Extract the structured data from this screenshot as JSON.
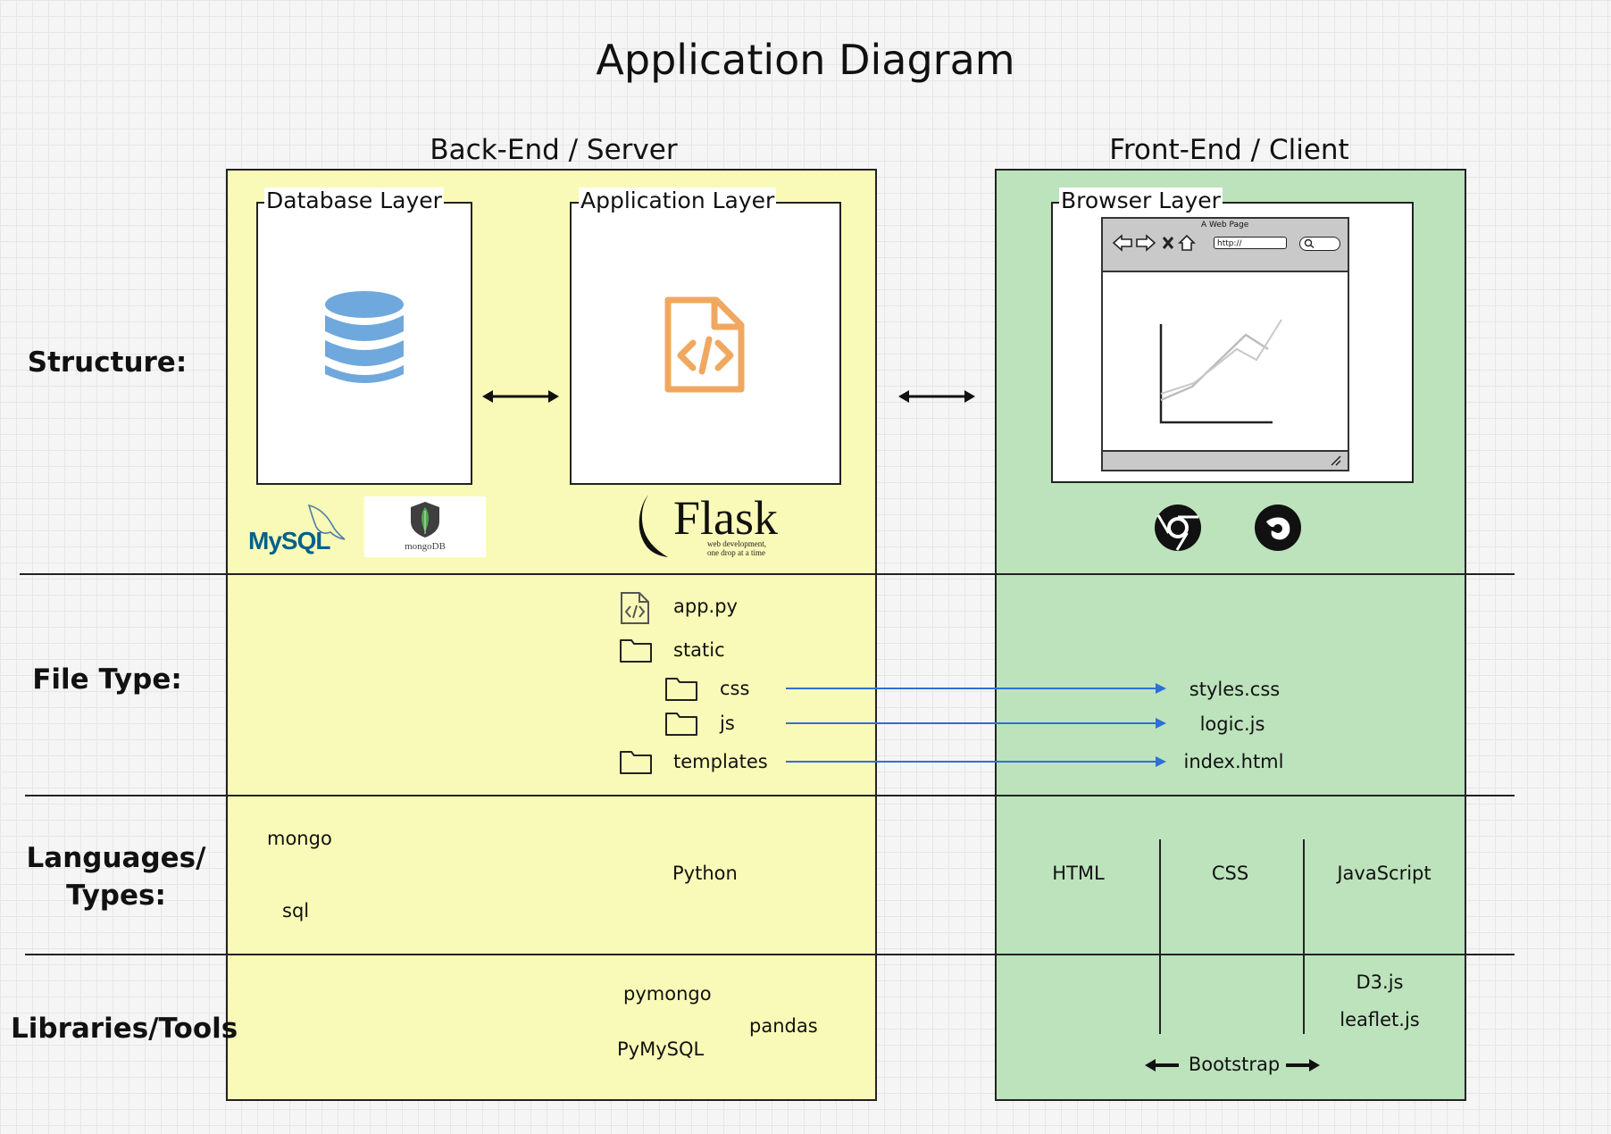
{
  "title": "Application Diagram",
  "columns": {
    "backend": "Back-End / Server",
    "frontend": "Front-End / Client"
  },
  "rows": {
    "structure": "Structure:",
    "file_type": "File Type:",
    "languages_1": "Languages/",
    "languages_2": "Types:",
    "libraries": "Libraries/Tools"
  },
  "layers": {
    "database": "Database Layer",
    "application": "Application Layer",
    "browser": "Browser Layer"
  },
  "browser_mock": {
    "window_title": "A Web Page",
    "address": "http://"
  },
  "logos": {
    "mysql": "MySQL",
    "mongodb": "mongoDB",
    "flask": "Flask",
    "flask_tagline_1": "web development,",
    "flask_tagline_2": "one drop at a time"
  },
  "files": {
    "app": "app.py",
    "static": "static",
    "css": "css",
    "js": "js",
    "templates": "templates",
    "styles": "styles.css",
    "logic": "logic.js",
    "index": "index.html"
  },
  "languages": {
    "mongo": "mongo",
    "sql": "sql",
    "python": "Python",
    "html": "HTML",
    "css": "CSS",
    "javascript": "JavaScript"
  },
  "libraries": {
    "pymongo": "pymongo",
    "pandas": "pandas",
    "pymysql": "PyMySQL",
    "d3": "D3.js",
    "leaflet": "leaflet.js",
    "bootstrap": "Bootstrap"
  },
  "colors": {
    "backend_fill": "#fafab8",
    "frontend_fill": "#bde3bd",
    "db_icon": "#6fa8dc",
    "code_icon": "#f0a860",
    "arrow_blue": "#2f6fd8"
  }
}
